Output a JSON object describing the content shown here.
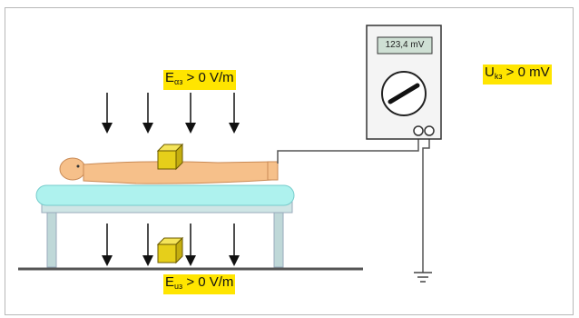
{
  "labels": {
    "e_top": {
      "main": "E",
      "sub": "αз",
      "rest": " > 0 V/m"
    },
    "e_bottom": {
      "main": "E",
      "sub": "uз",
      "rest": " > 0 V/m"
    },
    "u_meter": {
      "main": "U",
      "sub": "kз",
      "rest": " > 0 mV"
    }
  },
  "voltmeter": {
    "display": "123,4 mV"
  },
  "colors": {
    "label_bg": "#ffe500",
    "body_skin": "#f6c08a",
    "mattress": "#aef2ee",
    "bed_frame": "#bfd8d8",
    "cube": "#e6cf1a",
    "ground": "#555555"
  }
}
